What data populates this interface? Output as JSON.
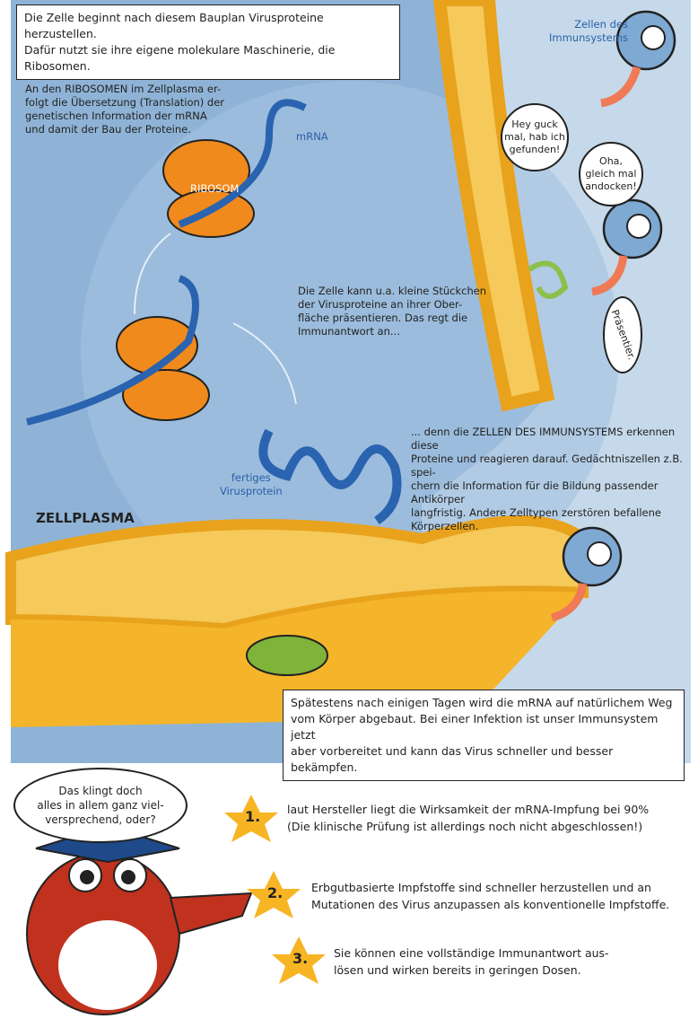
{
  "intro_box": "Die Zelle beginnt nach diesem Bauplan Virusproteine herzustellen.\nDafür nutzt sie ihre eigene molekulare Maschinerie, die Ribosomen.",
  "ribosome_text": "An den RIBOSOMEN im Zellplasma er-\nfolgt die Übersetzung (Translation) der\ngenetischen Information der mRNA\nund damit der Bau der Proteine.",
  "labels": {
    "mrna": "mRNA",
    "ribosom": "RIBOSOM",
    "virusprotein": "fertiges\nVirusprotein",
    "zellplasma": "ZELLPLASMA",
    "immune_cells": "Zellen des\nImmunsystems"
  },
  "present_text": "Die Zelle kann u.a. kleine Stückchen\nder Virusproteine an ihrer Ober-\nfläche präsentieren. Das regt die\nImmunantwort an...",
  "immune_text": "... denn die ZELLEN DES IMMUNSYSTEMS erkennen diese\nProteine und reagieren darauf. Gedächtniszellen z.B. spei-\nchern die Information für die Bildung passender Antikörper\nlangfristig. Andere Zelltypen zerstören befallene Körperzellen.",
  "bubbles": {
    "found": "Hey guck\nmal, hab ich\ngefunden!",
    "dock": "Oha,\ngleich mal\nandocken!",
    "present": "Präsentier."
  },
  "degrade_box": "Spätestens nach einigen Tagen wird die mRNA auf natürlichem Weg\nvom Körper abgebaut. Bei einer Infektion ist unser Immunsystem jetzt\naber vorbereitet und kann das Virus schneller und besser bekämpfen.",
  "owl_bubble": "Das klingt doch\nalles in allem ganz viel-\nversprechend, oder?",
  "points": [
    {
      "num": "1.",
      "text": "laut Hersteller liegt die Wirksamkeit der mRNA-Impfung bei 90%\n(Die klinische Prüfung ist allerdings noch nicht abgeschlossen!)"
    },
    {
      "num": "2.",
      "text": "Erbgutbasierte Impfstoffe sind schneller herzustellen und an\nMutationen des Virus anzupassen als konventionelle Impfstoffe."
    },
    {
      "num": "3.",
      "text": "Sie können eine vollständige Immunantwort aus-\nlösen und wirken bereits in geringen Dosen."
    }
  ],
  "colors": {
    "plasma": "#8fb3d6",
    "outside": "#c5d9ea",
    "membrane": "#f5b52a",
    "ribosome": "#f08a1c",
    "mrna": "#2a63b0",
    "owl": "#c0321e",
    "star": "#f7b524"
  }
}
